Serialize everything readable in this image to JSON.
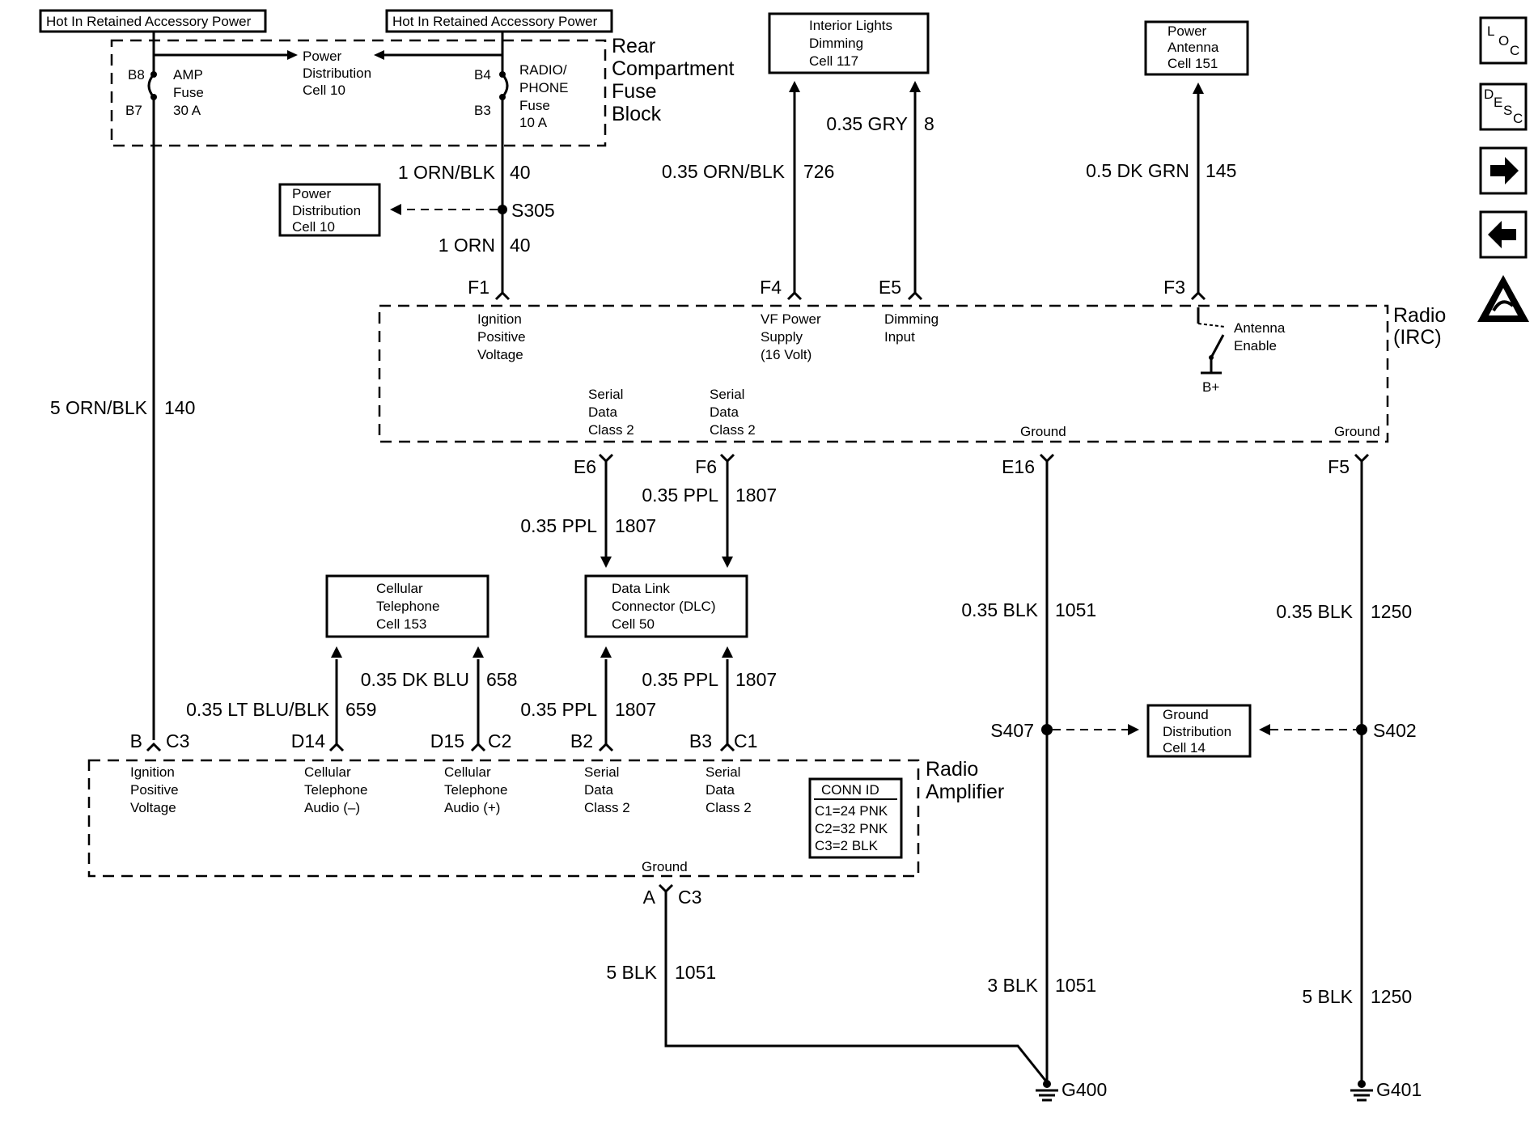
{
  "top_labels": {
    "hot_left": "Hot In Retained Accessory Power",
    "hot_right": "Hot In Retained Accessory Power",
    "interior_lights": [
      "Interior Lights",
      "Dimming",
      "Cell 117"
    ],
    "power_antenna": [
      "Power",
      "Antenna",
      "Cell 151"
    ]
  },
  "fuse_block": {
    "title": [
      "Rear",
      "Compartment",
      "Fuse",
      "Block"
    ],
    "amp_fuse": [
      "AMP",
      "Fuse",
      "30 A"
    ],
    "radio_fuse": [
      "RADIO/",
      "PHONE",
      "Fuse",
      "10 A"
    ],
    "power_dist": [
      "Power",
      "Distribution",
      "Cell 10"
    ],
    "pins": {
      "b8": "B8",
      "b7": "B7",
      "b4": "B4",
      "b3": "B3"
    }
  },
  "power_dist_box": [
    "Power",
    "Distribution",
    "Cell 10"
  ],
  "wires": {
    "w40a": {
      "color": "1 ORN/BLK",
      "num": "40"
    },
    "w40b": {
      "color": "1 ORN",
      "num": "40"
    },
    "w726": {
      "color": "0.35 ORN/BLK",
      "num": "726"
    },
    "w8": {
      "color": "0.35 GRY",
      "num": "8"
    },
    "w145": {
      "color": "0.5 DK GRN",
      "num": "145"
    },
    "w140": {
      "color": "5 ORN/BLK",
      "num": "140"
    },
    "w1807a": {
      "color": "0.35 PPL",
      "num": "1807"
    },
    "w1807b": {
      "color": "0.35 PPL",
      "num": "1807"
    },
    "w1051a": {
      "color": "0.35 BLK",
      "num": "1051"
    },
    "w1250a": {
      "color": "0.35 BLK",
      "num": "1250"
    },
    "w659": {
      "color": "0.35 LT BLU/BLK",
      "num": "659"
    },
    "w658": {
      "color": "0.35 DK BLU",
      "num": "658"
    },
    "w1807c": {
      "color": "0.35 PPL",
      "num": "1807"
    },
    "w1807d": {
      "color": "0.35 PPL",
      "num": "1807"
    },
    "w1051b": {
      "color": "5 BLK",
      "num": "1051"
    },
    "w1051c": {
      "color": "3 BLK",
      "num": "1051"
    },
    "w1250b": {
      "color": "5 BLK",
      "num": "1250"
    }
  },
  "splices": {
    "s305": "S305",
    "s407": "S407",
    "s402": "S402"
  },
  "grounds": {
    "g400": "G400",
    "g401": "G401"
  },
  "radio": {
    "title": [
      "Radio",
      "(IRC)"
    ],
    "pins": {
      "f1": "F1",
      "f4": "F4",
      "e5": "E5",
      "f3": "F3",
      "e6": "E6",
      "f6": "F6",
      "e16": "E16",
      "f5": "F5"
    },
    "f1_label": [
      "Ignition",
      "Positive",
      "Voltage"
    ],
    "f4_label": [
      "VF Power",
      "Supply",
      "(16 Volt)"
    ],
    "e5_label": [
      "Dimming",
      "Input"
    ],
    "antenna_label": [
      "Antenna",
      "Enable"
    ],
    "bplus": "B+",
    "e6_label": [
      "Serial",
      "Data",
      "Class 2"
    ],
    "f6_label": [
      "Serial",
      "Data",
      "Class 2"
    ],
    "e16_label": "Ground",
    "f5_label": "Ground"
  },
  "cell_phone_box": [
    "Cellular",
    "Telephone",
    "Cell 153"
  ],
  "dlc_box": [
    "Data Link",
    "Connector (DLC)",
    "Cell 50"
  ],
  "ground_dist_box": [
    "Ground",
    "Distribution",
    "Cell 14"
  ],
  "amplifier": {
    "title": [
      "Radio",
      "Amplifier"
    ],
    "pins": {
      "b": "B",
      "b_conn": "C3",
      "d14": "D14",
      "d15": "D15",
      "d15_conn": "C2",
      "b2": "B2",
      "b3": "B3",
      "b3_conn": "C1",
      "a": "A",
      "a_conn": "C3"
    },
    "b_label": [
      "Ignition",
      "Positive",
      "Voltage"
    ],
    "d14_label": [
      "Cellular",
      "Telephone",
      "Audio (–)"
    ],
    "d15_label": [
      "Cellular",
      "Telephone",
      "Audio (+)"
    ],
    "b2_label": [
      "Serial",
      "Data",
      "Class 2"
    ],
    "b3_label": [
      "Serial",
      "Data",
      "Class 2"
    ],
    "ground_label": "Ground",
    "conn_id": {
      "header": "CONN ID",
      "rows": [
        "C1=24 PNK",
        "C2=32 PNK",
        "C3=2 BLK"
      ]
    }
  },
  "nav": {
    "loc": [
      "L",
      "O",
      "C"
    ],
    "desc": [
      "D",
      "E",
      "S",
      "C"
    ],
    "icons": [
      "arrow-right-icon",
      "arrow-left-icon",
      "esd-warning-icon"
    ]
  }
}
